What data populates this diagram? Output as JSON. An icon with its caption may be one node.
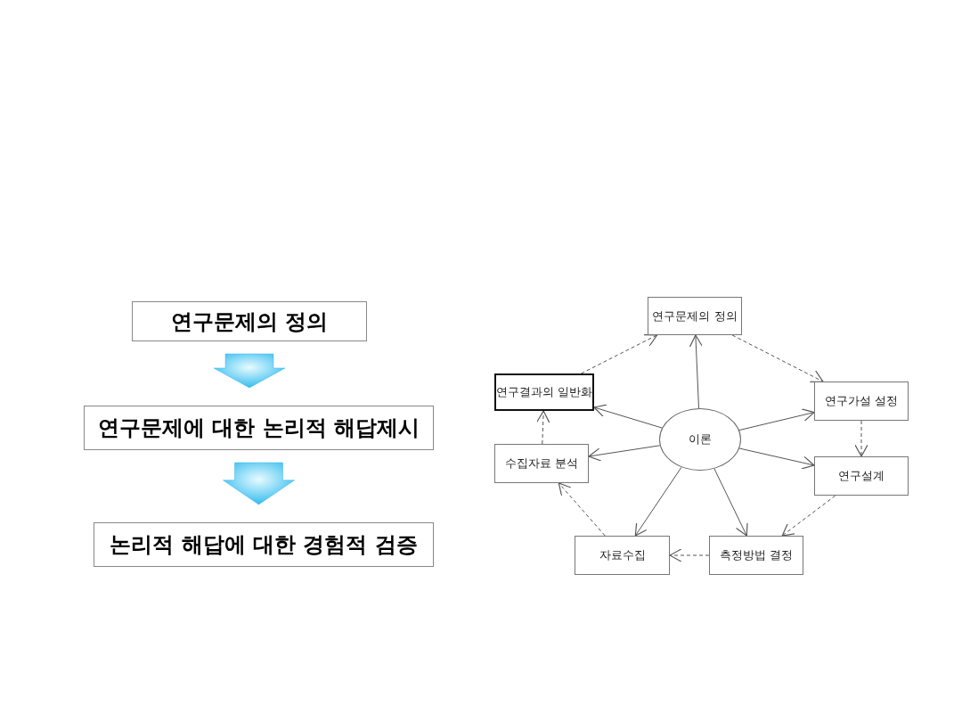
{
  "diagram": {
    "nodes": [
      {
        "text": [
          "연구문제의 정의"
        ]
      },
      {
        "text": [
          "연구문제에 대한 논리적 해답제시"
        ]
      },
      {
        "text": [
          "논리적 해답에 대한 경험적 검증"
        ]
      },
      {
        "text": [
          "연구문제의 정의"
        ]
      },
      {
        "text": [
          "연구가설 설정"
        ]
      },
      {
        "text": [
          "연구설계"
        ]
      },
      {
        "text": [
          "측정방법 결정"
        ]
      },
      {
        "text": [
          "자료수집"
        ]
      },
      {
        "text": [
          "수집자료 분석"
        ]
      },
      {
        "text": [
          "연구결과의 일반화"
        ]
      },
      {
        "text": [
          "이론"
        ]
      }
    ],
    "edges": [
      {
        "from": 0,
        "to": 1,
        "arrow": "to",
        "style": "thick",
        "color": "#33bbee"
      },
      {
        "from": 1,
        "to": 2,
        "arrow": "to",
        "style": "thick",
        "color": "#33bbee"
      },
      {
        "from": 3,
        "to": 4,
        "arrow": "to",
        "style": "dashed"
      },
      {
        "from": 4,
        "to": 5,
        "arrow": "to",
        "style": "dashed"
      },
      {
        "from": 5,
        "to": 6,
        "arrow": "to",
        "style": "dashed"
      },
      {
        "from": 6,
        "to": 7,
        "arrow": "to",
        "style": "dashed"
      },
      {
        "from": 7,
        "to": 8,
        "arrow": "to",
        "style": "dashed"
      },
      {
        "from": 8,
        "to": 9,
        "arrow": "to",
        "style": "dashed"
      },
      {
        "from": 9,
        "to": 3,
        "arrow": "to",
        "style": "dashed"
      },
      {
        "from": 10,
        "to": 3,
        "arrow": "to"
      },
      {
        "from": 10,
        "to": 4,
        "arrow": "to"
      },
      {
        "from": 10,
        "to": 5,
        "arrow": "to"
      },
      {
        "from": 10,
        "to": 6,
        "arrow": "to"
      },
      {
        "from": 10,
        "to": 7,
        "arrow": "to"
      },
      {
        "from": 10,
        "to": 8,
        "arrow": "to"
      },
      {
        "from": 10,
        "to": 9,
        "arrow": "to"
      }
    ]
  }
}
